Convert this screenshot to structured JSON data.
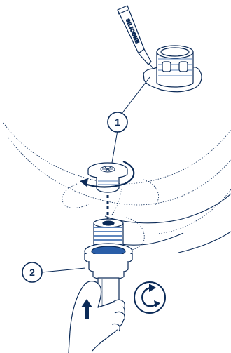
{
  "tube": {
    "label": "SILICONE"
  },
  "callouts": [
    {
      "label": "1"
    },
    {
      "label": "2"
    }
  ],
  "colors": {
    "ink": "#0b2a57",
    "accent": "#2a5ea8",
    "fill": "#ffffff"
  },
  "icons": {
    "rotation": "rotate-clockwise-icon",
    "push": "up-arrow-icon"
  }
}
